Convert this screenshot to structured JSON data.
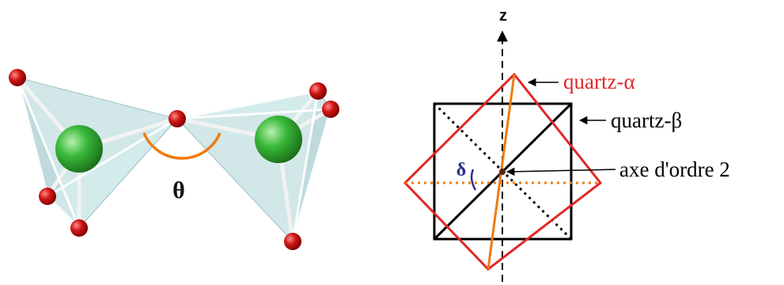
{
  "left_panel": {
    "angle_symbol": "θ"
  },
  "right_panel": {
    "axis_label": "z",
    "delta_symbol": "δ",
    "labels": {
      "alpha": "quartz-α",
      "beta": "quartz-β",
      "axis": "axe d'ordre 2"
    }
  },
  "colors": {
    "tetra_fill": "#c9e3e4",
    "tetra_stroke": "#8fb8ba",
    "oxygen": "#d01515",
    "silicon": "#39b839",
    "bond": "#e8e8e8",
    "angle_arc": "#f07a10",
    "alpha_red": "#e02828",
    "orange_line": "#f07a10",
    "delta_blue": "#28328c"
  }
}
